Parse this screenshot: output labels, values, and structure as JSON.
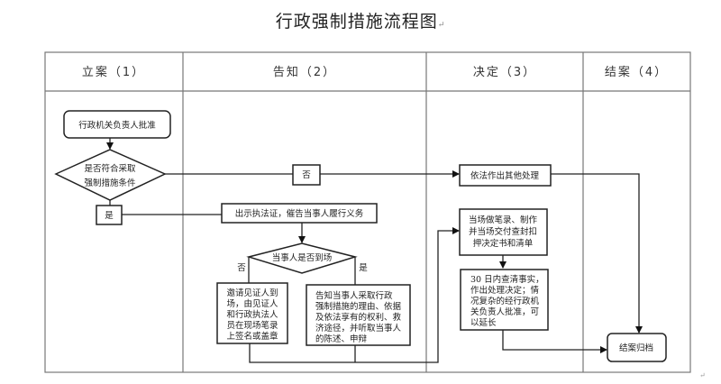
{
  "title": "行政强制措施流程图",
  "title_mark": "↵",
  "columns": [
    {
      "label": "立案（1）"
    },
    {
      "label": "告知（2）"
    },
    {
      "label": "决定（3）"
    },
    {
      "label": "结案（4）"
    }
  ],
  "nodes": {
    "approval": "行政机关负责人批准",
    "condition": [
      "是否符合采取",
      "强制措施条件"
    ],
    "yes_label": "是",
    "no_label": "否",
    "show_cert": "出示执法证，催告当事人履行义务",
    "present": "当事人是否到场",
    "present_no": "否",
    "present_yes": "是",
    "witness": [
      "邀请见证人到",
      "场，由见证人",
      "和行政执法人",
      "员在现场笔录",
      "上签名或盖章"
    ],
    "inform": [
      "告知当事人采取行政",
      "强制措施的理由、依据",
      "及依法享有的权利、救",
      "济途径，并听取当事人",
      "的陈述、申辩"
    ],
    "other": "依法作出其他处理",
    "record": [
      "当场做笔录、制作",
      "并当场交付查封扣",
      "押决定书和清单"
    ],
    "decision": [
      "30 日内查清事实，",
      "作出处理决定；情",
      "况复杂的经行政机",
      "关负责人批准，可",
      "以延长"
    ],
    "archive": "结案归档"
  },
  "corner_mark": "↵"
}
